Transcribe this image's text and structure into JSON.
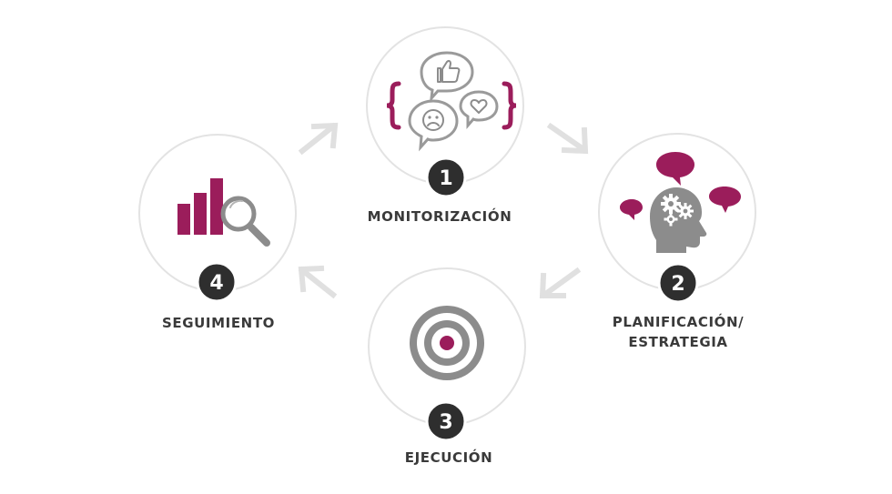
{
  "diagram": {
    "colors": {
      "accent": "#9b1d5b",
      "circle_border": "#e3e3e3",
      "badge": "#2e2e2e",
      "icon_gray": "#8c8c8c",
      "arrow": "#e0e0e0",
      "label": "#3a3a3a"
    },
    "steps": [
      {
        "number": "1",
        "label": "MONITORIZACIÓN",
        "icon": "social-feedback-bubbles-icon"
      },
      {
        "number": "2",
        "label": "PLANIFICACIÓN/",
        "label_line2": "ESTRATEGIA",
        "icon": "head-gears-icon"
      },
      {
        "number": "3",
        "label": "EJECUCIÓN",
        "icon": "target-icon"
      },
      {
        "number": "4",
        "label": "SEGUIMIENTO",
        "icon": "analytics-magnifier-icon"
      }
    ]
  }
}
